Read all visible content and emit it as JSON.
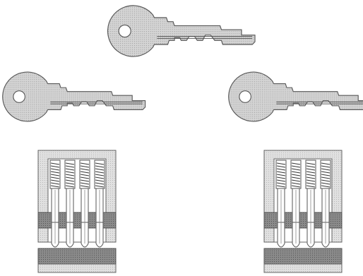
{
  "colors": {
    "background": "#ffffff",
    "key_fill": "#d2d2d2",
    "key_stroke": "#555555",
    "cylinder_fill": "#dcdcdc",
    "shear_band": "#8c8c8c",
    "base_dark": "#909090",
    "base_light": "#d8d8d8"
  },
  "keys": [
    {
      "id": "top-key"
    },
    {
      "id": "left-key"
    },
    {
      "id": "right-key"
    }
  ],
  "locks": [
    {
      "id": "left-lock",
      "pins": 4
    },
    {
      "id": "right-lock",
      "pins": 4
    }
  ]
}
